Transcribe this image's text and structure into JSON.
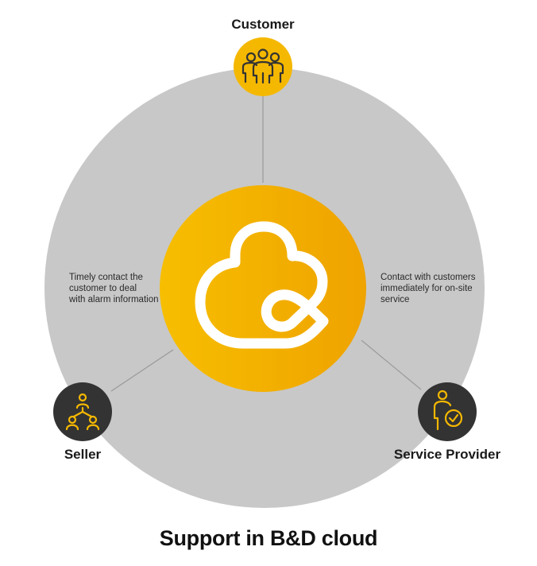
{
  "title": "Support in B&D cloud",
  "nodes": {
    "customer": {
      "label": "Customer",
      "icon": "people-group-icon"
    },
    "seller": {
      "label": "Seller",
      "icon": "hierarchy-network-icon"
    },
    "service_provider": {
      "label": "Service Provider",
      "icon": "person-clock-icon"
    }
  },
  "center": {
    "icon": "bd-cloud-logo-icon"
  },
  "descriptions": {
    "left": [
      "Timely contact the",
      "customer to deal",
      "with alarm information"
    ],
    "right": [
      "Contact with customers",
      "immediately for on-site",
      "service"
    ]
  },
  "colors": {
    "accent": "#F5B800",
    "accent_dark": "#EFA300",
    "ring": "#C8C8C8",
    "node_dark": "#333333",
    "connector": "#9a9a9a"
  }
}
